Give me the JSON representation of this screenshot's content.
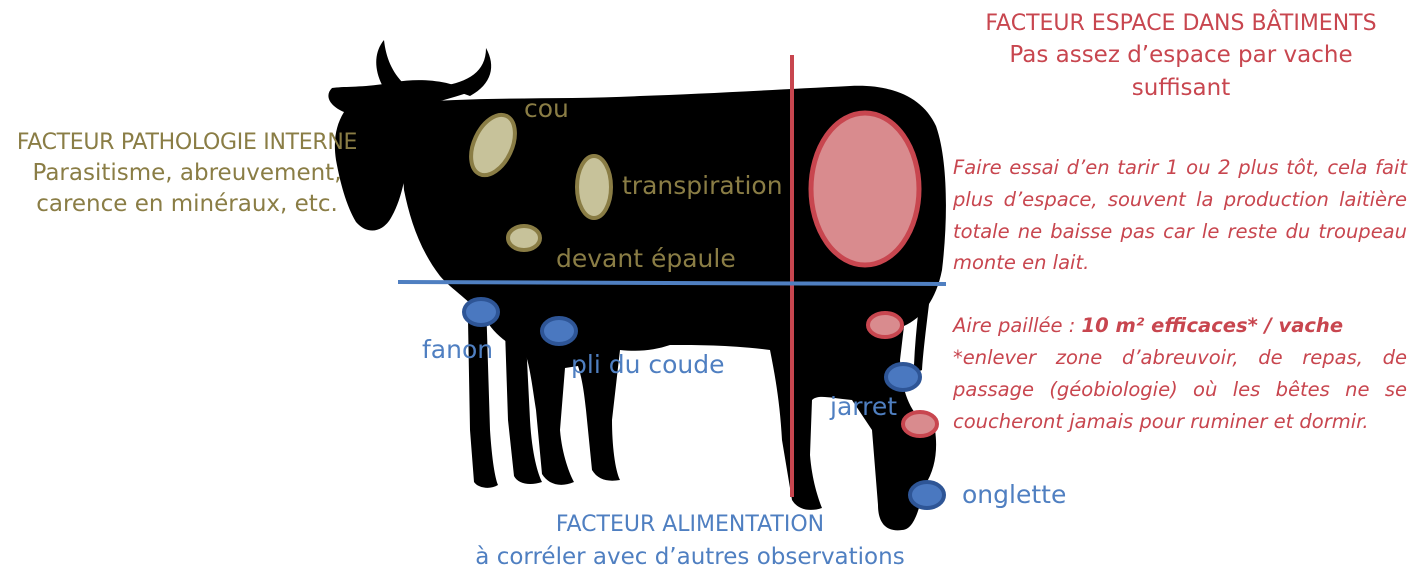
{
  "colors": {
    "olive": "#8a7d45",
    "olive_fill": "#c7c29a",
    "red": "#c8464f",
    "red_fill": "#d98b8e",
    "blue": "#4f7fc1",
    "blue_fill": "#4a78c0",
    "silhouette": "#000000"
  },
  "pathologie": {
    "title": "FACTEUR PATHOLOGIE INTERNE",
    "line1": "Parasitisme, abreuvement,",
    "line2": "carence en minéraux, etc."
  },
  "espace": {
    "title": "FACTEUR ESPACE DANS BÂTIMENTS",
    "line1": "Pas assez d’espace par vache",
    "line2": "suffisant",
    "note1": "Faire essai d’en tarir 1 ou 2 plus tôt, cela fait plus d’espace, souvent la production laitière totale ne baisse pas car le reste du troupeau monte en lait.",
    "note2_prefix": "Aire paillée : ",
    "note2_bold": "10 m² efficaces* / vache",
    "note3": "*enlever zone d’abreuvoir, de repas, de passage (géobiologie) où les bêtes ne se coucheront jamais pour ruminer et dormir."
  },
  "alimentation": {
    "title": "FACTEUR ALIMENTATION",
    "line1": "à corréler avec d’autres observations"
  },
  "labels": {
    "cou": "cou",
    "transpiration": "transpiration",
    "devant_epaule": "devant épaule",
    "fanon": "fanon",
    "pli_du_coude": "pli du coude",
    "jarret": "jarret",
    "onglette": "onglette"
  }
}
